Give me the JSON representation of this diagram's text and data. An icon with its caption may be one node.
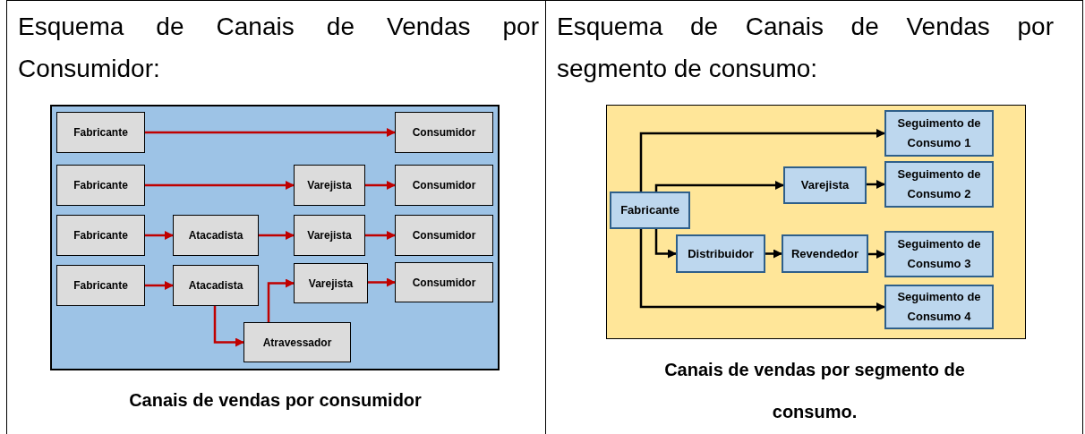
{
  "diagram": {
    "nodes": [
      {
        "text": [
          "Fabricante"
        ]
      },
      {
        "text": [
          "Consumidor"
        ]
      },
      {
        "text": [
          "Fabricante"
        ]
      },
      {
        "text": [
          "Varejista"
        ]
      },
      {
        "text": [
          "Consumidor"
        ]
      },
      {
        "text": [
          "Fabricante"
        ]
      },
      {
        "text": [
          "Atacadista"
        ]
      },
      {
        "text": [
          "Varejista"
        ]
      },
      {
        "text": [
          "Consumidor"
        ]
      },
      {
        "text": [
          "Fabricante"
        ]
      },
      {
        "text": [
          "Atacadista"
        ]
      },
      {
        "text": [
          "Varejista"
        ]
      },
      {
        "text": [
          "Consumidor"
        ]
      },
      {
        "text": [
          "Atravessador"
        ]
      },
      {
        "text": [
          "Fabricante"
        ]
      },
      {
        "text": [
          "Seguimento de Consumo 1"
        ]
      },
      {
        "text": [
          "Varejista"
        ]
      },
      {
        "text": [
          "Seguimento de Consumo 2"
        ]
      },
      {
        "text": [
          "Distribuidor"
        ]
      },
      {
        "text": [
          "Revendedor"
        ]
      },
      {
        "text": [
          "Seguimento de Consumo 3"
        ]
      },
      {
        "text": [
          "Seguimento de Consumo 4"
        ]
      }
    ],
    "edges": [
      {
        "from": 0,
        "to": 1,
        "arrow": "to",
        "color": "#c00000"
      },
      {
        "from": 2,
        "to": 3,
        "arrow": "to",
        "color": "#c00000"
      },
      {
        "from": 3,
        "to": 4,
        "arrow": "to",
        "color": "#c00000"
      },
      {
        "from": 5,
        "to": 6,
        "arrow": "to",
        "color": "#c00000"
      },
      {
        "from": 6,
        "to": 7,
        "arrow": "to",
        "color": "#c00000"
      },
      {
        "from": 7,
        "to": 8,
        "arrow": "to",
        "color": "#c00000"
      },
      {
        "from": 9,
        "to": 10,
        "arrow": "to",
        "color": "#c00000"
      },
      {
        "from": 10,
        "to": 13,
        "arrow": "to",
        "color": "#c00000"
      },
      {
        "from": 13,
        "to": 11,
        "arrow": "to",
        "color": "#c00000"
      },
      {
        "from": 11,
        "to": 12,
        "arrow": "to",
        "color": "#c00000"
      },
      {
        "from": 14,
        "to": 15,
        "arrow": "to",
        "color": "#000000"
      },
      {
        "from": 14,
        "to": 16,
        "arrow": "to",
        "color": "#000000"
      },
      {
        "from": 16,
        "to": 17,
        "arrow": "to",
        "color": "#000000"
      },
      {
        "from": 14,
        "to": 18,
        "arrow": "to",
        "color": "#000000"
      },
      {
        "from": 18,
        "to": 19,
        "arrow": "to",
        "color": "#000000"
      },
      {
        "from": 19,
        "to": 20,
        "arrow": "to",
        "color": "#000000"
      },
      {
        "from": 14,
        "to": 21,
        "arrow": "to",
        "color": "#000000"
      }
    ],
    "labels": [
      "Esquema de Canais de Vendas por Consumidor:",
      "Esquema de Canais de Vendas por segmento de consumo:",
      "Canais de vendas por consumidor",
      "Canais de vendas por segmento de consumo."
    ]
  }
}
